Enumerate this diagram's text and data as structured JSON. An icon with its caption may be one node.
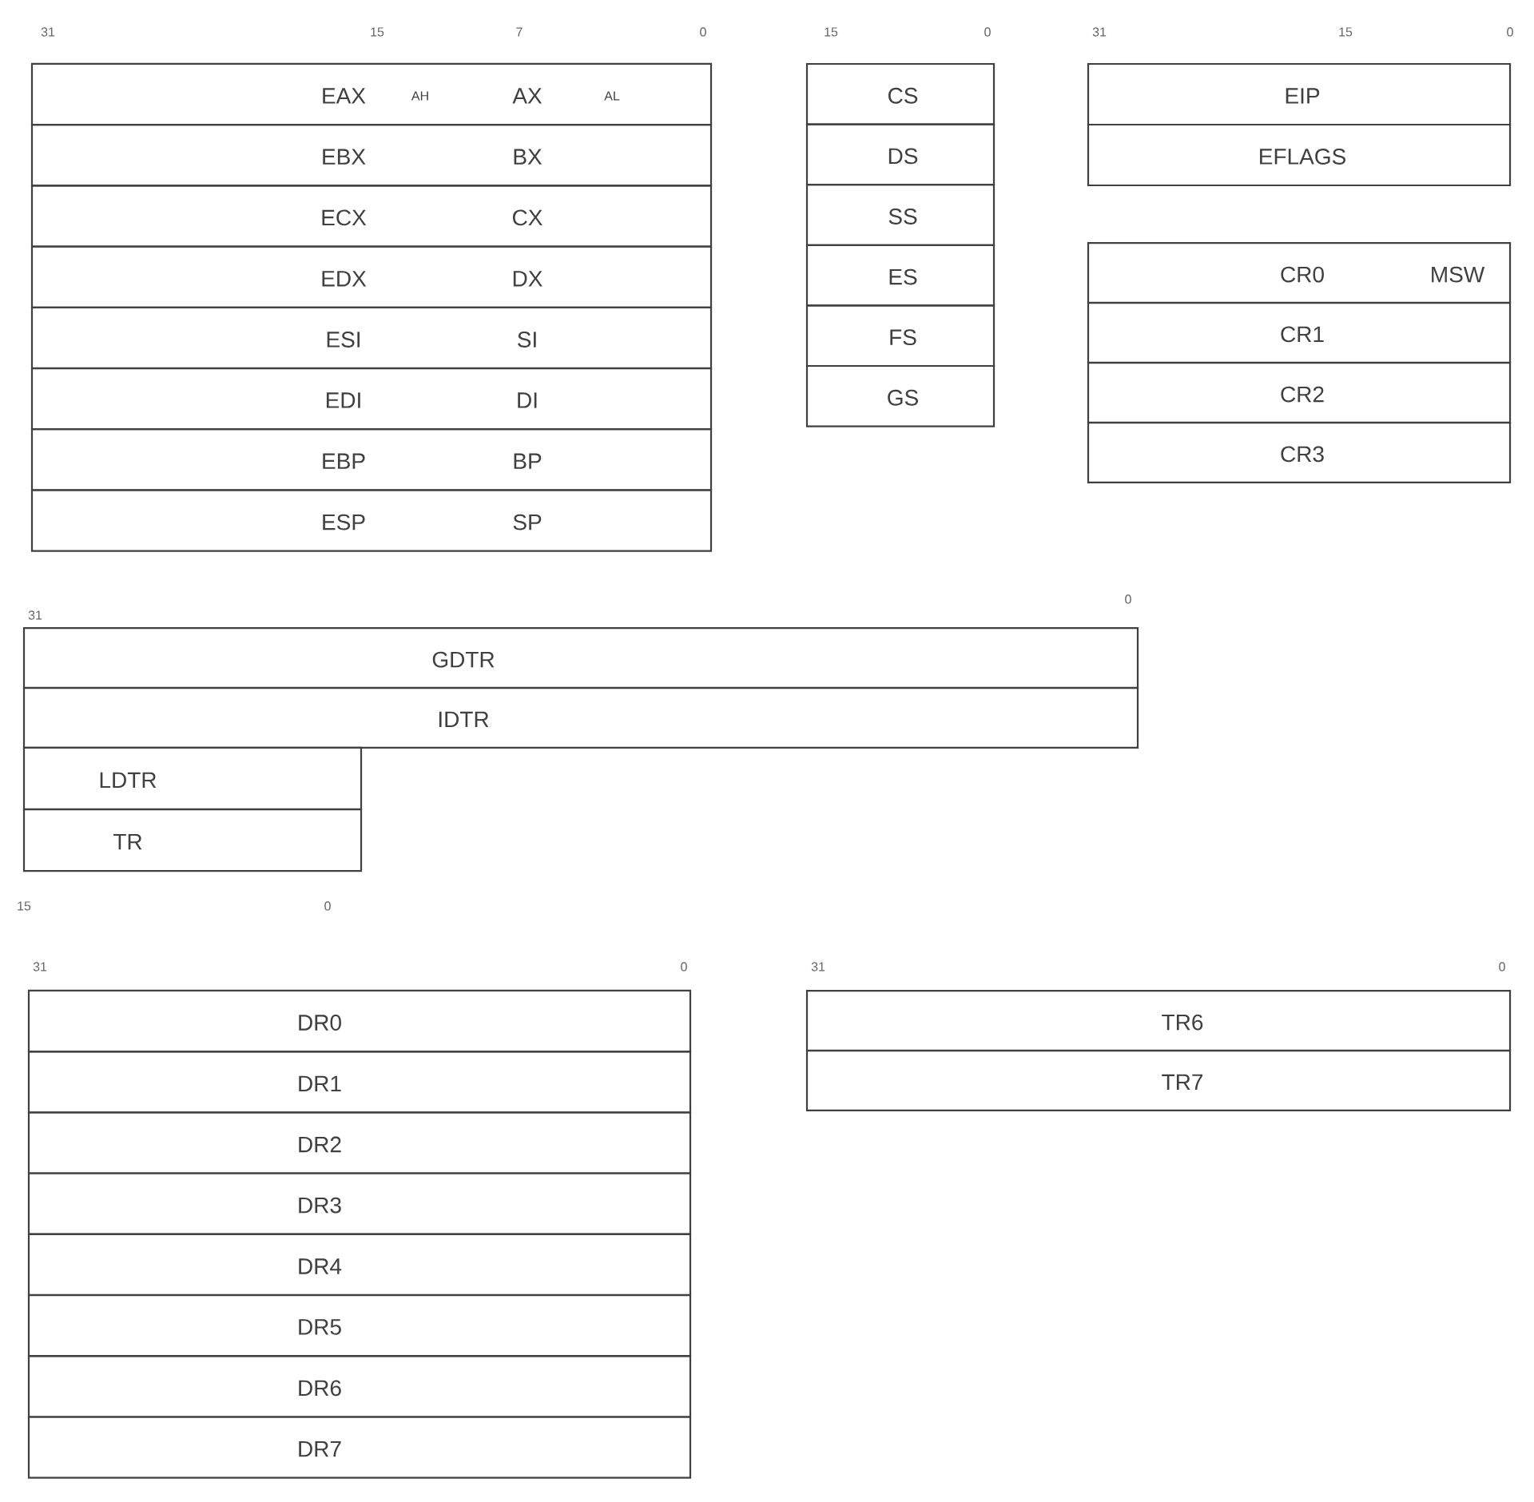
{
  "diagram": {
    "nodes": [
      {
        "text": [
          "EAX",
          "AH",
          "AX",
          "AL"
        ]
      },
      {
        "text": [
          "EBX",
          "BX"
        ]
      },
      {
        "text": [
          "ECX",
          "CX"
        ]
      },
      {
        "text": [
          "EDX",
          "DX"
        ]
      },
      {
        "text": [
          "ESI",
          "SI"
        ]
      },
      {
        "text": [
          "EDI",
          "DI"
        ]
      },
      {
        "text": [
          "EBP",
          "BP"
        ]
      },
      {
        "text": [
          "ESP",
          "SP"
        ]
      },
      {
        "text": [
          "CS"
        ]
      },
      {
        "text": [
          "DS"
        ]
      },
      {
        "text": [
          "SS"
        ]
      },
      {
        "text": [
          "ES"
        ]
      },
      {
        "text": [
          "FS"
        ]
      },
      {
        "text": [
          "GS"
        ]
      },
      {
        "text": [
          "EIP"
        ]
      },
      {
        "text": [
          "EFLAGS"
        ]
      },
      {
        "text": [
          "CR0",
          "MSW"
        ]
      },
      {
        "text": [
          "CR1"
        ]
      },
      {
        "text": [
          "CR2"
        ]
      },
      {
        "text": [
          "CR3"
        ]
      },
      {
        "text": [
          "GDTR"
        ]
      },
      {
        "text": [
          "IDTR"
        ]
      },
      {
        "text": [
          "LDTR"
        ]
      },
      {
        "text": [
          "TR"
        ]
      },
      {
        "text": [
          "DR0"
        ]
      },
      {
        "text": [
          "DR1"
        ]
      },
      {
        "text": [
          "DR2"
        ]
      },
      {
        "text": [
          "DR3"
        ]
      },
      {
        "text": [
          "DR4"
        ]
      },
      {
        "text": [
          "DR5"
        ]
      },
      {
        "text": [
          "DR6"
        ]
      },
      {
        "text": [
          "DR7"
        ]
      },
      {
        "text": [
          "TR6"
        ]
      },
      {
        "text": [
          "TR7"
        ]
      }
    ],
    "labels": [
      "31",
      "15",
      "7",
      "0",
      "15",
      "0",
      "31",
      "15",
      "0",
      "31",
      "0",
      "15",
      "0",
      "31",
      "0",
      "31",
      "0"
    ]
  }
}
